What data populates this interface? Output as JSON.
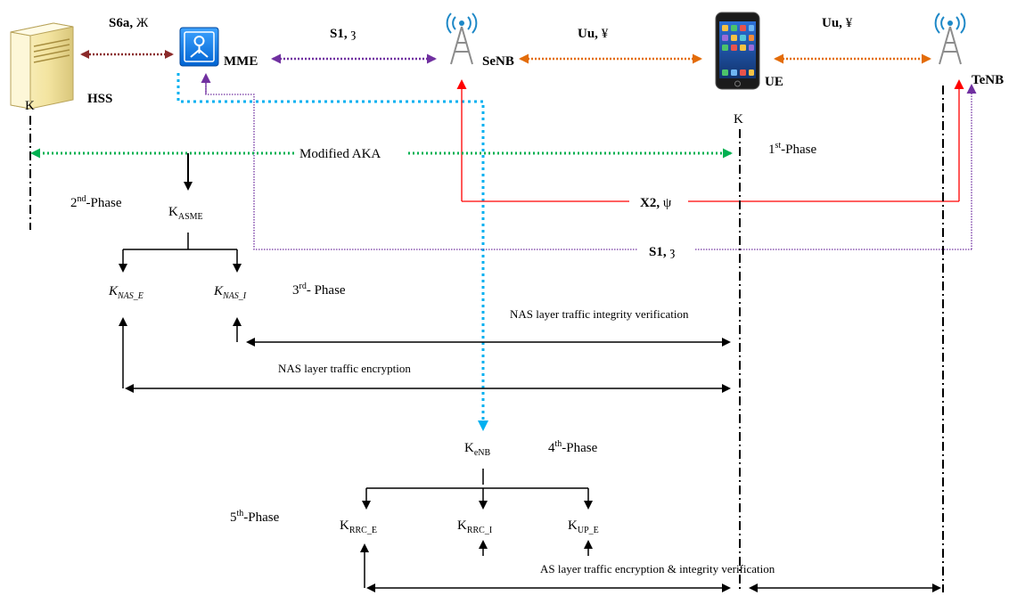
{
  "nodes": {
    "hss": "HSS",
    "mme": "MME",
    "senb": "SeNB",
    "ue": "UE",
    "tenb": "TeNB"
  },
  "links": {
    "s6a": {
      "name": "S6a,",
      "sym": "Ж"
    },
    "s1_top": {
      "name": "S1,",
      "sym": "ȝ"
    },
    "uu_left": {
      "name": "Uu,",
      "sym": "¥"
    },
    "uu_right": {
      "name": "Uu,",
      "sym": "¥"
    },
    "x2": {
      "name": "X2,",
      "sym": "ψ"
    },
    "s1_lower": {
      "name": "S1,",
      "sym": "ȝ"
    }
  },
  "keys": {
    "k_left": "K",
    "k_right": "K",
    "kasme": {
      "base": "K",
      "sub": "ASME"
    },
    "knas_e": {
      "base": "K",
      "sub": "NAS_E"
    },
    "knas_i": {
      "base": "K",
      "sub": "NAS_I"
    },
    "kenb": {
      "base": "K",
      "sub": "eNB"
    },
    "krrc_e": {
      "base": "K",
      "sub": "RRC_E"
    },
    "krrc_i": {
      "base": "K",
      "sub": "RRC_I"
    },
    "kup_e": {
      "base": "K",
      "sub": "UP_E"
    }
  },
  "phases": {
    "p1": {
      "num": "1",
      "sup": "st",
      "rest": "-Phase"
    },
    "p2": {
      "num": "2",
      "sup": "nd",
      "rest": "-Phase"
    },
    "p3": {
      "num": "3",
      "sup": "rd",
      "rest": "- Phase"
    },
    "p4": {
      "num": "4",
      "sup": "th",
      "rest": "-Phase"
    },
    "p5": {
      "num": "5",
      "sup": "th",
      "rest": "-Phase"
    }
  },
  "annotations": {
    "modified_aka": "Modified AKA",
    "nas_integrity": "NAS layer traffic integrity verification",
    "nas_encryption": "NAS layer traffic   encryption",
    "as_layer": "AS layer traffic encryption & integrity verification"
  },
  "colors": {
    "s6a": "#8b2a2a",
    "s1": "#7030a0",
    "uu": "#e36c09",
    "x2": "#ff0000",
    "aka": "#00b050",
    "kenb_path": "#00b0f0",
    "black": "#000000"
  }
}
